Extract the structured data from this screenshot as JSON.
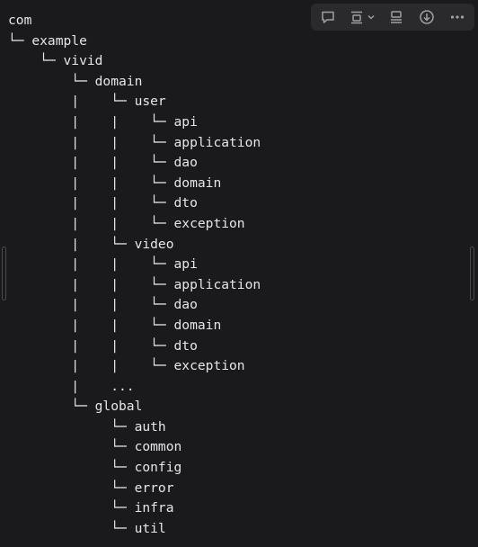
{
  "code_block": {
    "lines": [
      "com",
      "└─ example",
      "    └─ vivid",
      "        └─ domain",
      "        |    └─ user",
      "        |    |    └─ api",
      "        |    |    └─ application",
      "        |    |    └─ dao",
      "        |    |    └─ domain",
      "        |    |    └─ dto",
      "        |    |    └─ exception",
      "        |    └─ video",
      "        |    |    └─ api",
      "        |    |    └─ application",
      "        |    |    └─ dao",
      "        |    |    └─ domain",
      "        |    |    └─ dto",
      "        |    |    └─ exception",
      "        |    ...",
      "        └─ global",
      "             └─ auth",
      "             └─ common",
      "             └─ config",
      "             └─ error",
      "             └─ infra",
      "             └─ util"
    ]
  },
  "toolbar": {
    "icons": [
      "comment-icon",
      "wrap-icon",
      "chevron-down-icon",
      "format-icon",
      "download-icon",
      "more-icon"
    ]
  },
  "colors": {
    "background": "#1a1a1c",
    "toolbar_bg": "#2a2a2d",
    "text": "#e6e6e6",
    "icon": "#a0a0a4"
  }
}
